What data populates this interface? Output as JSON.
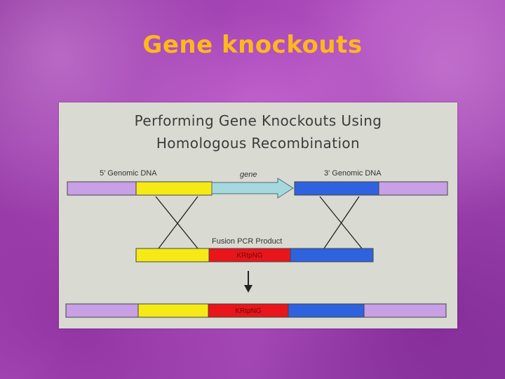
{
  "slide": {
    "title": "Gene knockouts"
  },
  "figure": {
    "title_line1": "Performing Gene Knockouts Using",
    "title_line2": "Homologous Recombination",
    "labels": {
      "genomic_5": "5' Genomic DNA",
      "gene": "gene",
      "genomic_3": "3' Genomic DNA",
      "fusion_pcr": "Fusion PCR Product",
      "marker_1": "KRtpNG",
      "marker_2": "KRtpNG"
    },
    "colors": {
      "flank": "#c7a0e6",
      "yellow": "#f6ea16",
      "blue": "#2f62de",
      "red": "#e8161b",
      "gene": "#a6d9df",
      "panel": "#d9dbd2"
    }
  }
}
